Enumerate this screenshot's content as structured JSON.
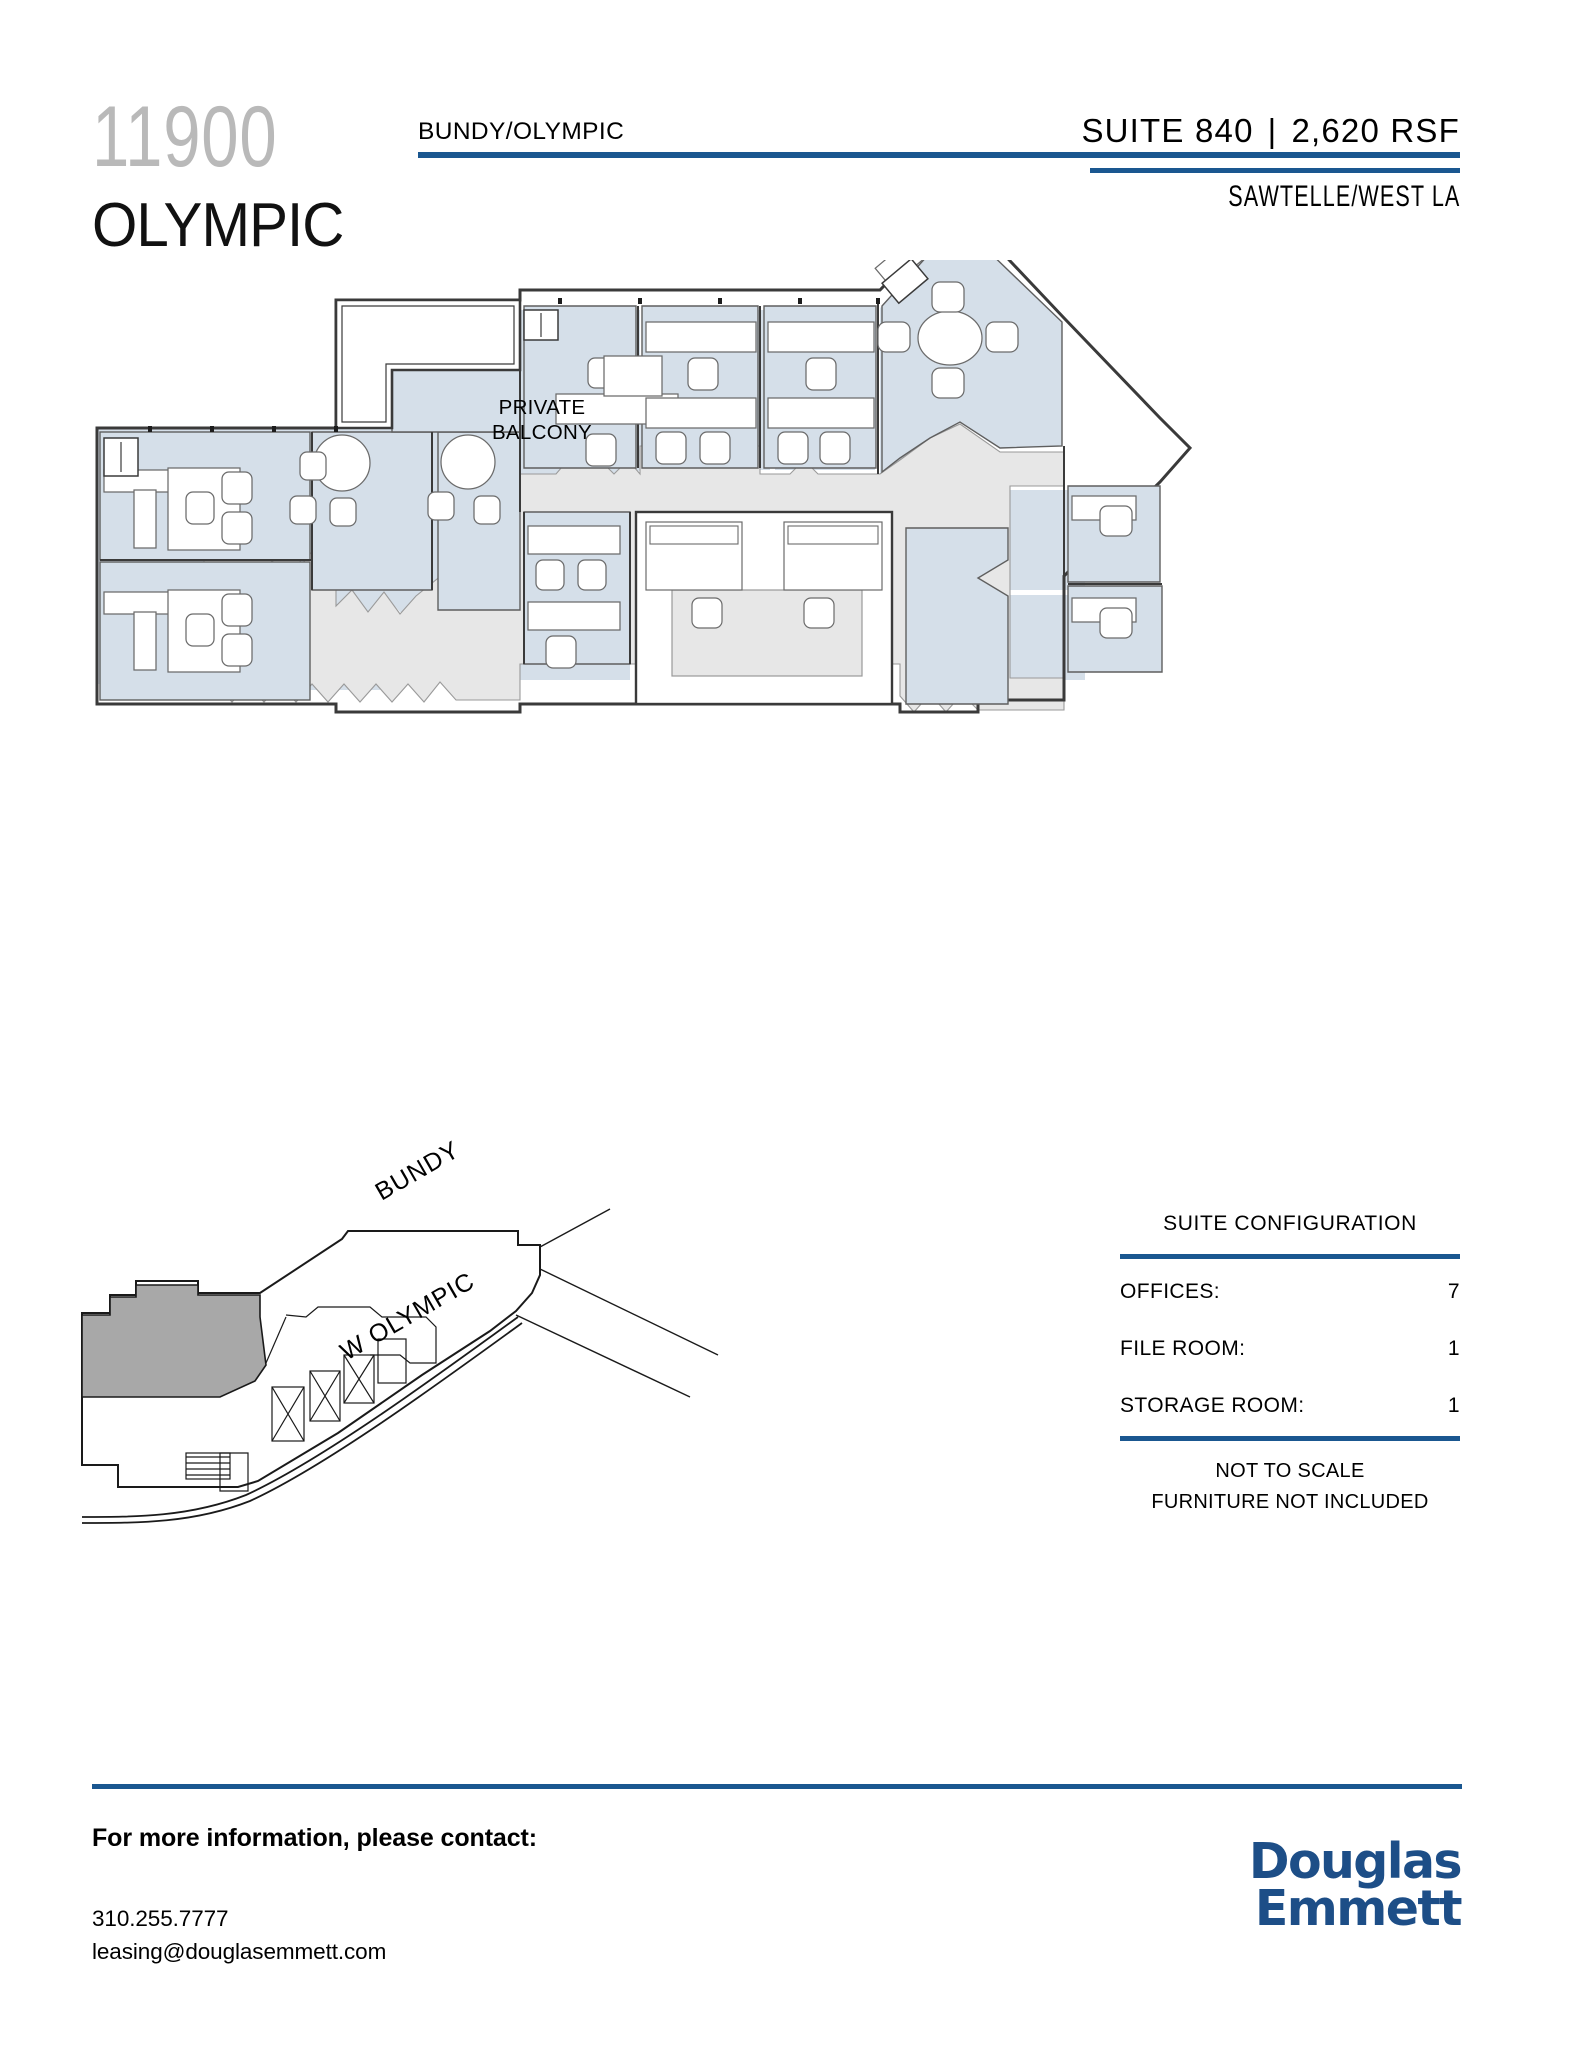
{
  "header": {
    "building_number": "11900",
    "building_name": "OLYMPIC",
    "submarket_label": "BUNDY/OLYMPIC",
    "suite_label": "SUITE 840",
    "separator": "|",
    "rsf_label": "2,620 RSF",
    "region_label": "SAWTELLE/WEST LA"
  },
  "floor_plan": {
    "balcony_label": "PRIVATE\nBALCONY",
    "balcony_line1": "PRIVATE",
    "balcony_line2": "BALCONY",
    "colors": {
      "office_fill": "#d5dfe9",
      "corridor_fill": "#e7e7e7",
      "wall_stroke": "#3a3a3a",
      "furniture_stroke": "#6b6b6b"
    }
  },
  "key_plan": {
    "street_top": "BUNDY",
    "street_bottom": "W OLYMPIC",
    "highlight_fill": "#a8a8a8"
  },
  "suite_configuration": {
    "title": "SUITE CONFIGURATION",
    "rows": [
      {
        "label": "OFFICES:",
        "value": "7"
      },
      {
        "label": "FILE ROOM:",
        "value": "1"
      },
      {
        "label": "STORAGE ROOM:",
        "value": "1"
      }
    ],
    "note_scale": "NOT TO SCALE",
    "note_furniture": "FURNITURE NOT INCLUDED"
  },
  "footer": {
    "contact_heading": "For more information, please contact:",
    "phone": "310.255.7777",
    "email": "leasing@douglasemmett.com",
    "logo_line1": "Douglas",
    "logo_line2": "Emmett",
    "accent_color": "#1a5790",
    "logo_color": "#1d4e87"
  }
}
